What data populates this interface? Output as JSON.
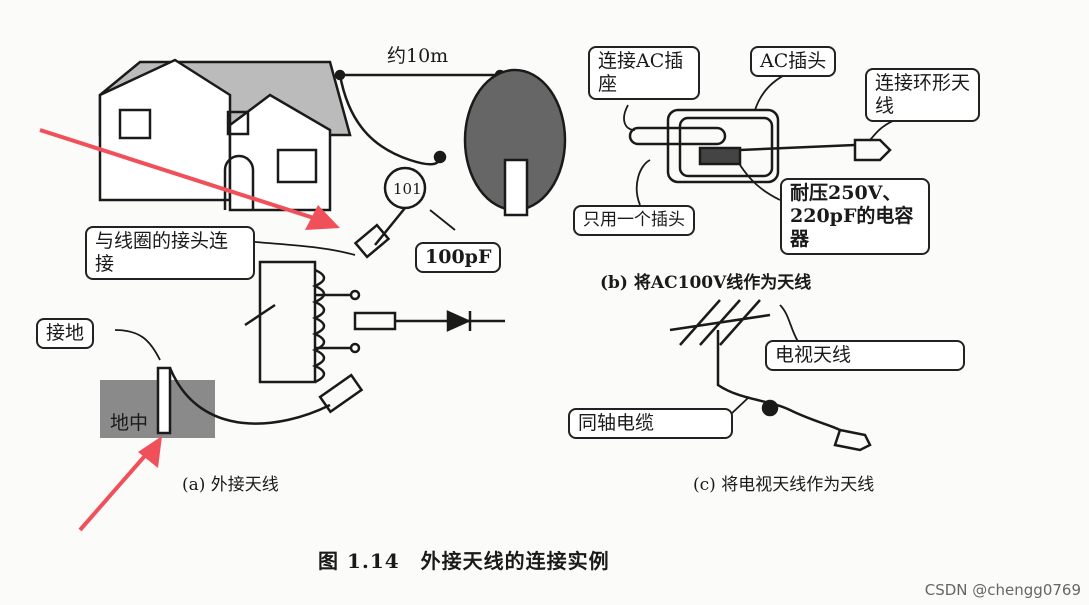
{
  "figure": {
    "title": "图 1.14　外接天线的连接实例",
    "panel_a": {
      "distance_label": "约10m",
      "coil_joint_label": "与线圈的接头连接",
      "capacitor_code": "101",
      "capacitor_value": "100pF",
      "ground_label": "接地",
      "underground_label": "地中",
      "caption": "(a) 外接天线"
    },
    "panel_b": {
      "ac_socket_label": "连接AC插座",
      "ac_plug_label": "AC插头",
      "loop_antenna_label": "连接环形天线",
      "one_plug_label": "只用一个插头",
      "capacitor_label": "耐压250V、220pF的电容器",
      "caption": "(b) 将AC100V线作为天线"
    },
    "panel_c": {
      "tv_antenna_label": "电视天线",
      "coax_label": "同轴电缆",
      "caption": "(c) 将电视天线作为天线"
    }
  },
  "watermark": "CSDN @chengg0769",
  "colors": {
    "arrow": "#f0505a",
    "ground": "#8a8a8a",
    "ink": "#1a1a1a"
  }
}
